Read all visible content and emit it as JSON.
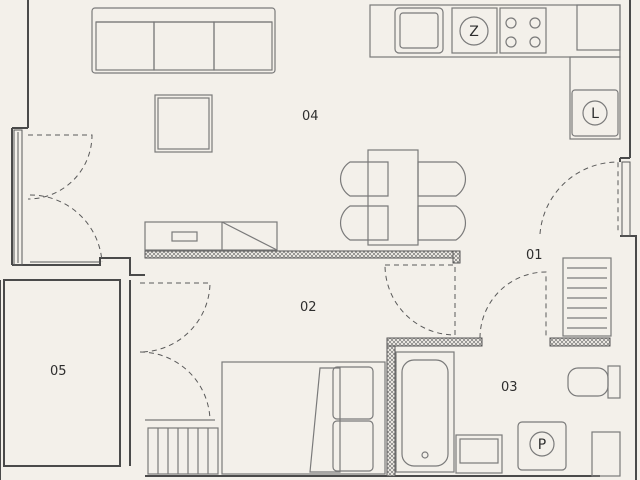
{
  "rooms": [
    {
      "id": "room-01",
      "label": "01"
    },
    {
      "id": "room-02",
      "label": "02"
    },
    {
      "id": "room-03",
      "label": "03"
    },
    {
      "id": "room-04",
      "label": "04"
    },
    {
      "id": "room-05",
      "label": "05"
    }
  ],
  "symbols": {
    "stove": "Z",
    "fridge": "L",
    "boiler": "P"
  },
  "icons": [
    "sofa-icon",
    "table-icon",
    "chair-icon",
    "bed-icon",
    "bathtub-icon",
    "toilet-icon",
    "sink-icon",
    "stove-icon",
    "radiator-icon"
  ]
}
